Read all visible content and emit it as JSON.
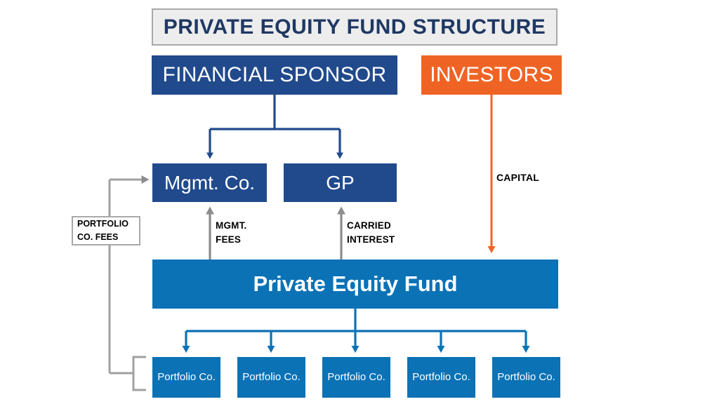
{
  "diagram": {
    "title": "PRIVATE EQUITY FUND STRUCTURE",
    "nodes": {
      "financial_sponsor": "FINANCIAL SPONSOR",
      "investors": "INVESTORS",
      "mgmt_co": "Mgmt. Co.",
      "gp": "GP",
      "fund": "Private Equity Fund"
    },
    "portfolio_companies": [
      "Portfolio\nCo.",
      "Portfolio\nCo.",
      "Portfolio\nCo.",
      "Portfolio\nCo.",
      "Portfolio\nCo."
    ],
    "flow_labels": {
      "mgmt_fees": "MGMT.\nFEES",
      "carried_interest": "CARRIED\nINTEREST",
      "capital": "CAPITAL",
      "portfolio_co_fees": "PORTFOLIO\nCO. FEES"
    },
    "colors": {
      "navy": "#214A8C",
      "orange": "#EF6425",
      "blue": "#0B72B5",
      "gray": "#A0A0A0",
      "title_text": "#1F3864",
      "title_bg": "#EDEDED",
      "title_border": "#A9A9A9"
    }
  }
}
